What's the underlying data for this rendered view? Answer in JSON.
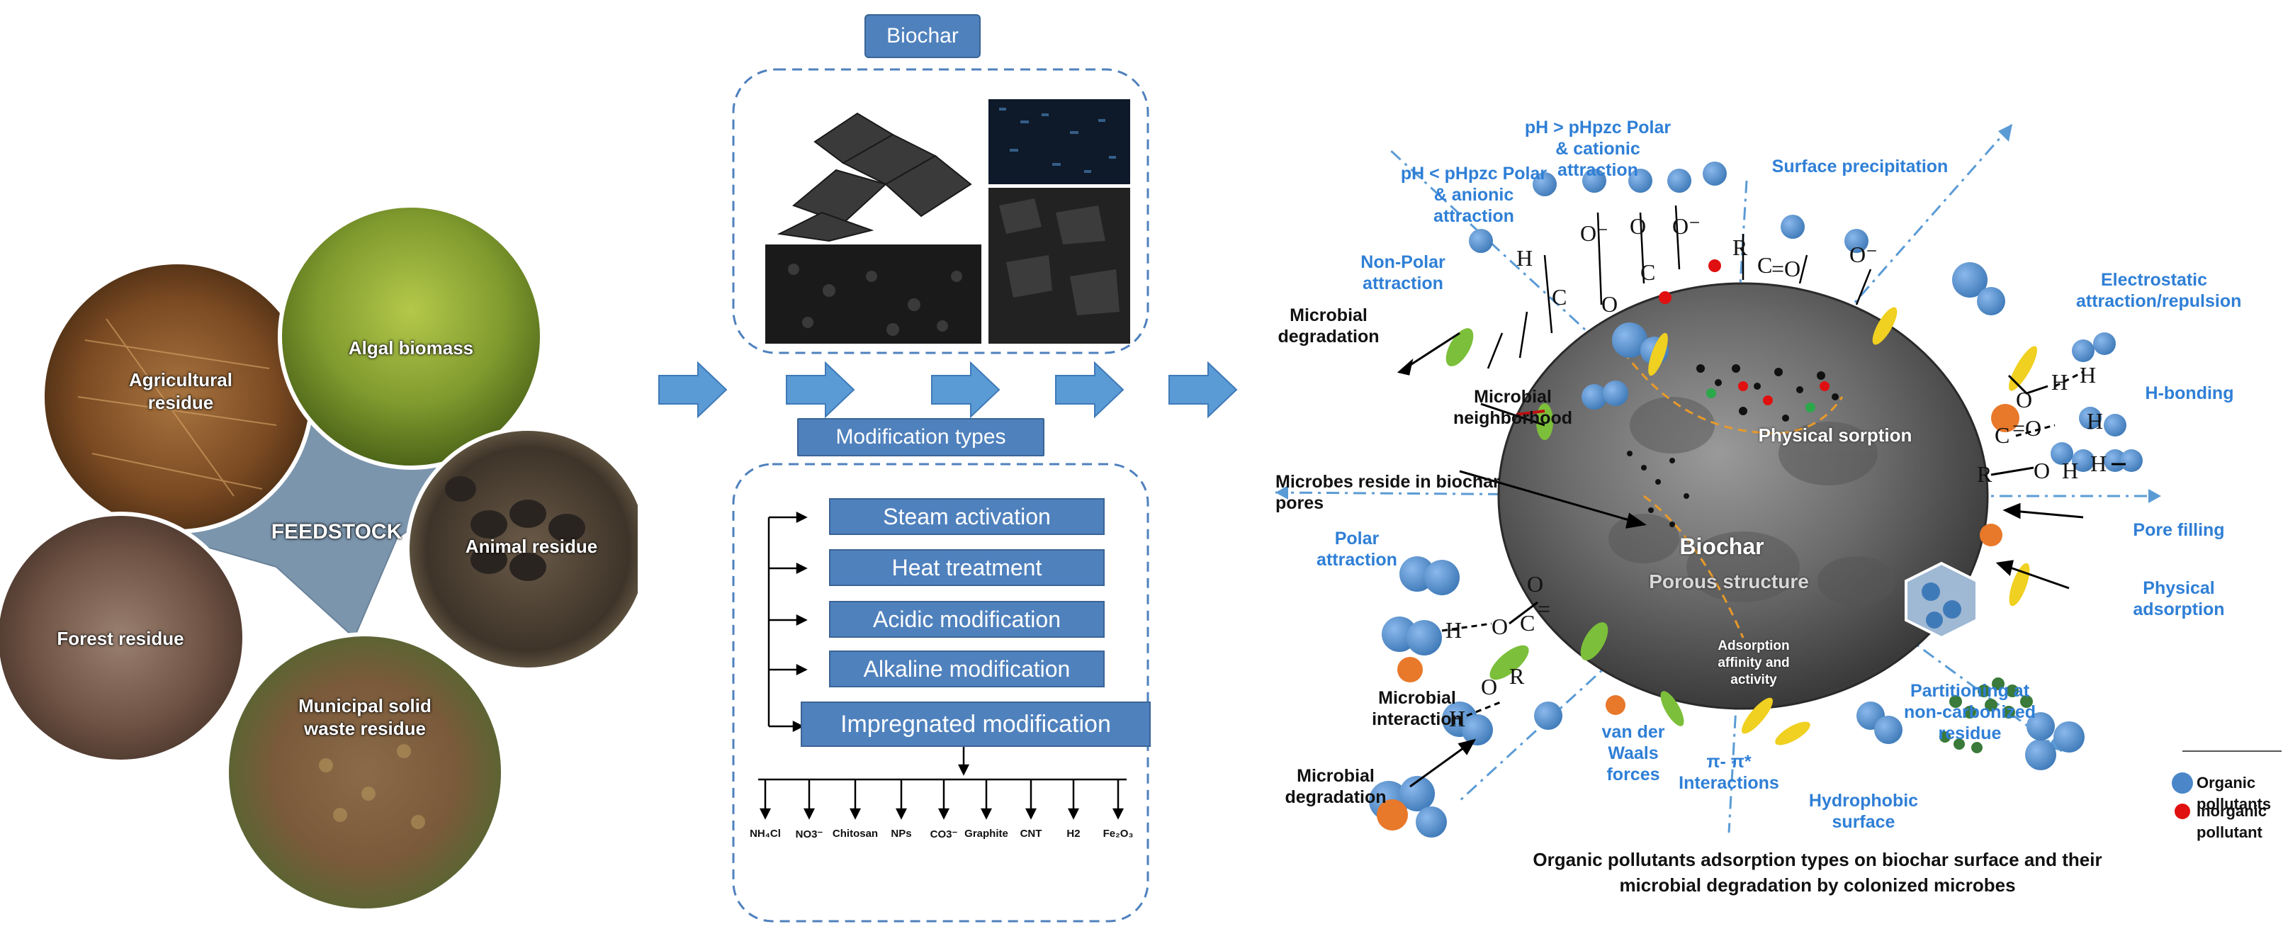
{
  "feedstock": {
    "center": "FEEDSTOCK",
    "items": [
      "Agricultural residue",
      "Algal biomass",
      "Animal residue",
      "Forest residue",
      "Municipal solid waste residue"
    ]
  },
  "biochar_title": "Biochar",
  "modification_title": "Modification types",
  "modifications": [
    "Steam activation",
    "Heat treatment",
    "Acidic modification",
    "Alkaline modification",
    "Impregnated modification"
  ],
  "impregnated_agents": [
    "NH₄Cl",
    "NO3⁻",
    "Chitosan",
    "NPs",
    "CO3⁻",
    "Graphite",
    "CNT",
    "H2",
    "Fe₂O₃"
  ],
  "right_panel": {
    "biochar_label": "Biochar",
    "porous_label": "Porous structure",
    "physical_sorption": "Physical sorption",
    "adsorption_affinity": "Adsorption affinity and activity",
    "mechanisms": {
      "ph_low": "pH < pHpzc Polar & anionic attraction",
      "ph_high": "pH > pHpzc Polar & cationic attraction",
      "surface_precip": "Surface precipitation",
      "nonpolar": "Non-Polar attraction",
      "electrostatic": "Electrostatic attraction/repulsion",
      "hbonding": "H-bonding",
      "pore_filling": "Pore filling",
      "physical_adsorption": "Physical adsorption",
      "partitioning": "Partitioning at non-carbonized residue",
      "hydrophobic": "Hydrophobic surface",
      "pi_pi": "π- π* Interactions",
      "vdw": "van der Waals forces",
      "polar": "Polar attraction"
    },
    "microbial": {
      "degradation_top": "Microbial degradation",
      "neighborhood": "Microbial neighborhood",
      "reside": "Microbes reside in biochar pores",
      "interaction": "Microbial interaction",
      "degradation_bottom": "Microbial degradation"
    },
    "legend": {
      "organic": "Organic pollutants",
      "inorganic": "Inorganic pollutant",
      "organic_color": "#4a86c8",
      "inorganic_color": "#e01010"
    },
    "caption": "Organic pollutants adsorption types on biochar surface and their microbial degradation by colonized microbes"
  },
  "colors": {
    "box_fill": "#4f81bd",
    "label_blue": "#2f7fd6",
    "arrow_blue": "#5b9bd5"
  }
}
